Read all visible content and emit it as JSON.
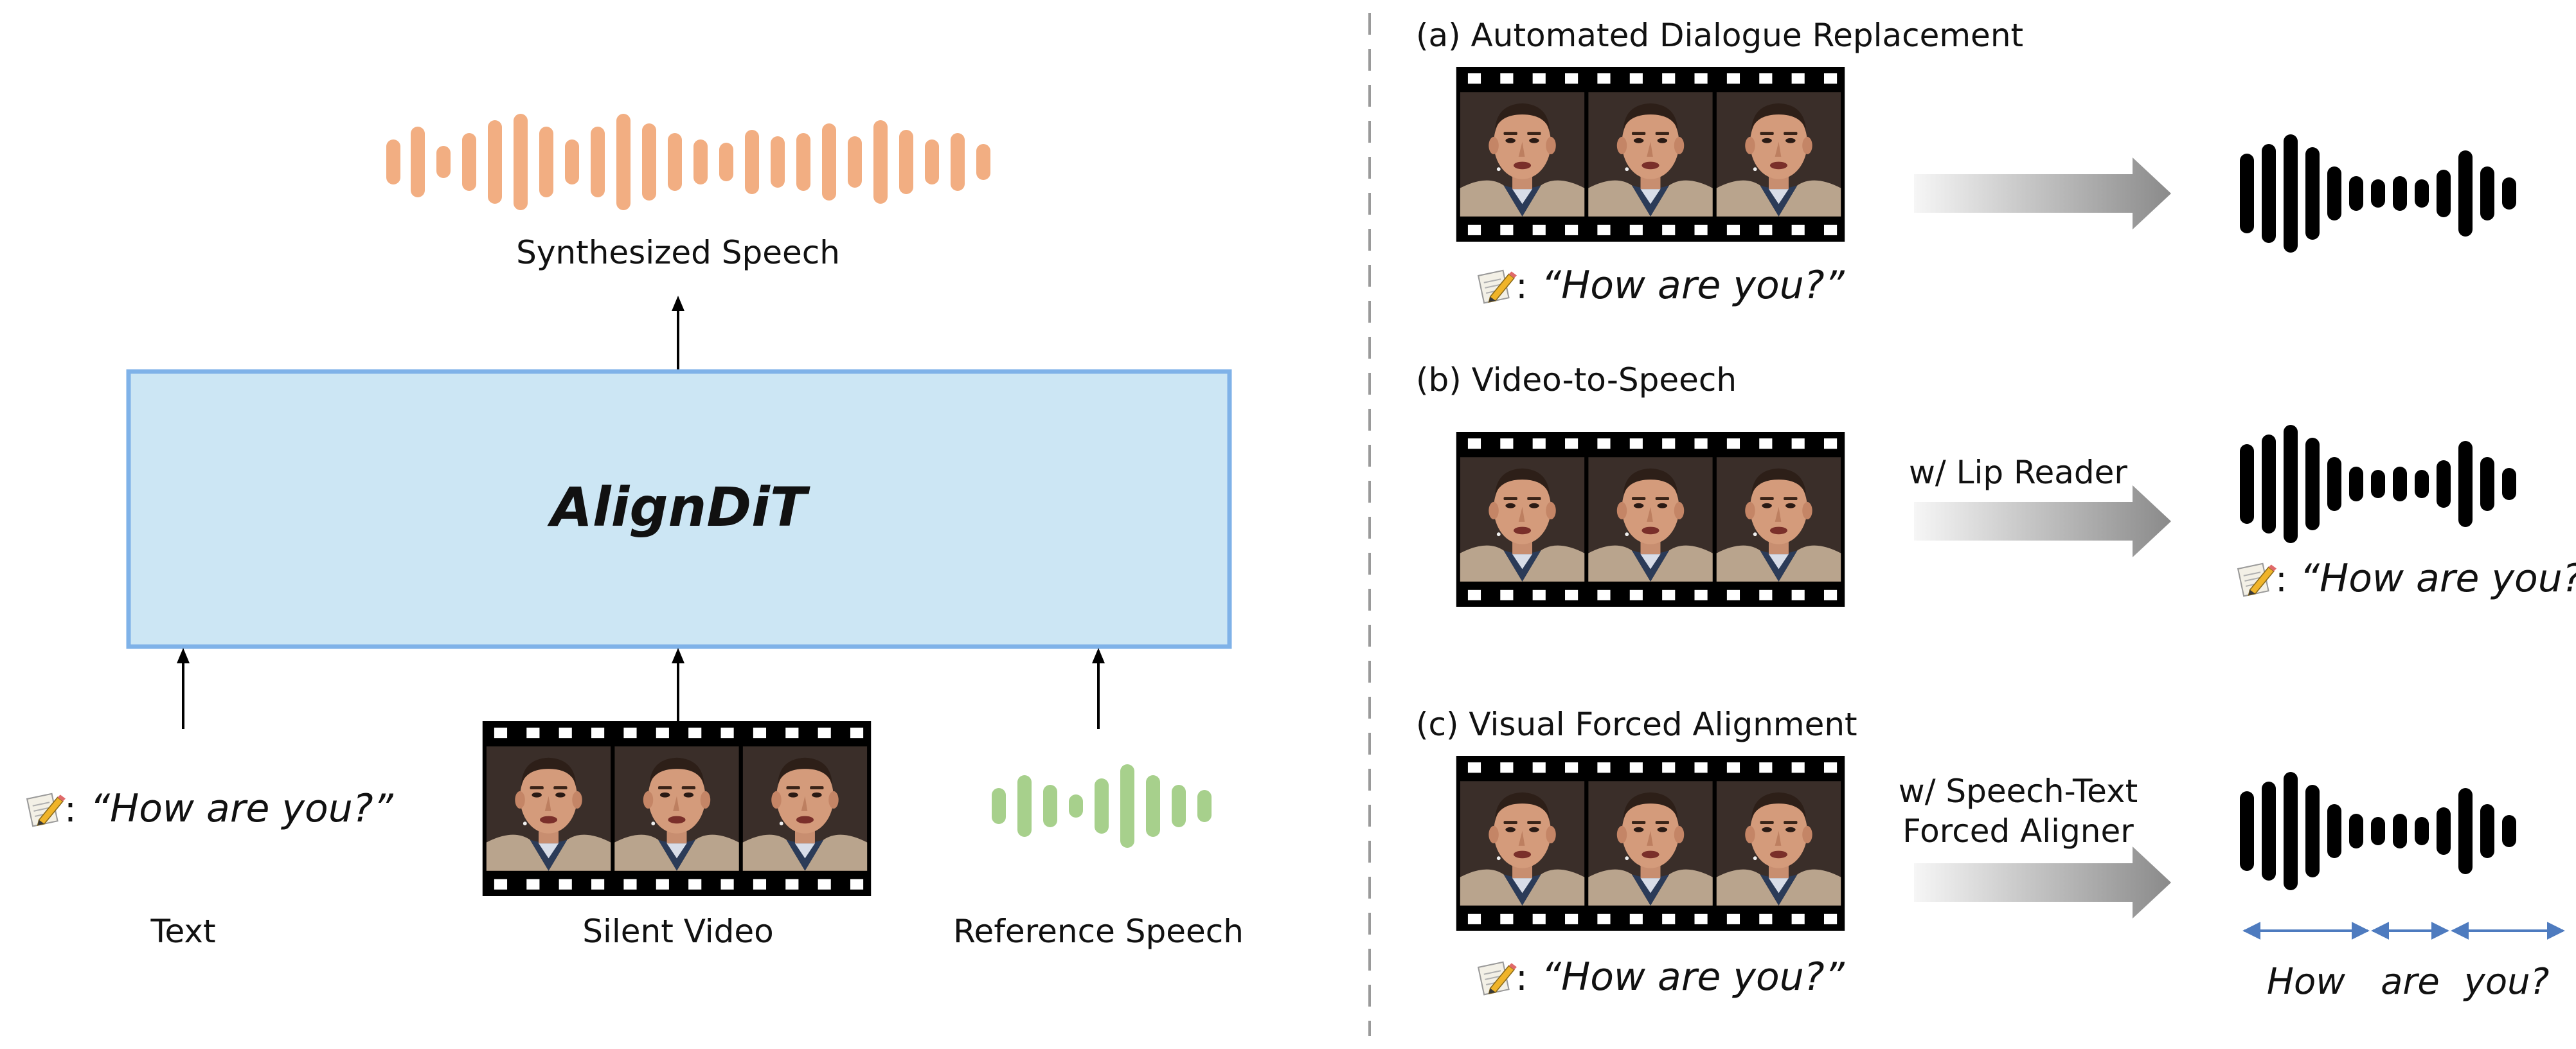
{
  "left": {
    "output_label": "Synthesized Speech",
    "model_label": "AlignDiT",
    "inputs": {
      "text_quote": "“How are you?”",
      "text_label": "Text",
      "video_label": "Silent Video",
      "reference_label": "Reference Speech"
    }
  },
  "right": {
    "a": {
      "title": "(a) Automated Dialogue Replacement",
      "quote": "“How are you?”"
    },
    "b": {
      "title": "(b) Video-to-Speech",
      "arrow_label": "w/ Lip Reader",
      "quote": "“How are you?”"
    },
    "c": {
      "title": "(c) Visual Forced Alignment",
      "arrow_label_line1": "w/ Speech-Text",
      "arrow_label_line2": "Forced Aligner",
      "quote": "“How are you?”",
      "words": [
        "How",
        "are",
        "you?"
      ]
    }
  },
  "colors": {
    "model_fill": "#cce6f4",
    "model_border": "#7fb2e8",
    "synth_wave": "#f2ae82",
    "ref_wave": "#a7d08c",
    "out_wave": "#000000",
    "word_arrow": "#4e7bbf",
    "grad_arrow_start": "#f5f5f5",
    "grad_arrow_end": "#8c8c8c"
  },
  "icons": [
    "notepad-pencil-icon",
    "film-strip-icon",
    "speaker-face-frame"
  ]
}
